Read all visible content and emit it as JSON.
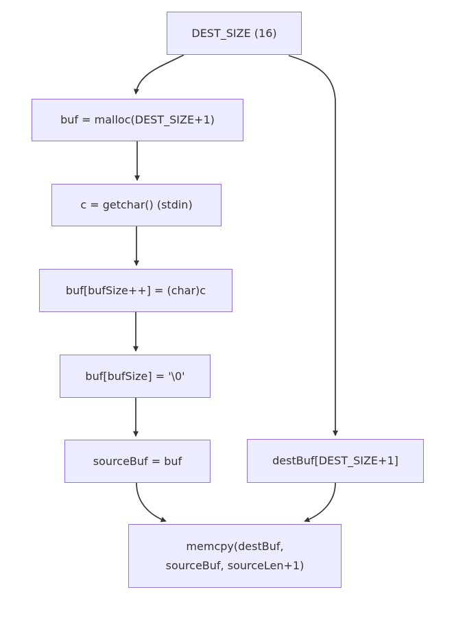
{
  "diagram": {
    "type": "flowchart",
    "direction": "top-down",
    "colors": {
      "background": "#ffffff",
      "node-fill": "#ECECFF",
      "node-border": "#9370DB",
      "edge": "#333333",
      "text": "#333333"
    },
    "nodes": [
      {
        "id": "dest-size",
        "label": "DEST_SIZE (16)"
      },
      {
        "id": "malloc-buf",
        "label": "buf = malloc(DEST_SIZE+1)"
      },
      {
        "id": "getchar",
        "label": "c = getchar() (stdin)"
      },
      {
        "id": "store-char",
        "label": "buf[bufSize++] = (char)c"
      },
      {
        "id": "null-terminate",
        "label": "buf[bufSize] = '\\0'"
      },
      {
        "id": "source-buf",
        "label": "sourceBuf = buf"
      },
      {
        "id": "dest-buf",
        "label": "destBuf[DEST_SIZE+1]"
      },
      {
        "id": "memcpy",
        "label": "memcpy(destBuf,\nsourceBuf, sourceLen+1)"
      }
    ],
    "edges": [
      {
        "from": "dest-size",
        "to": "malloc-buf"
      },
      {
        "from": "dest-size",
        "to": "dest-buf"
      },
      {
        "from": "malloc-buf",
        "to": "getchar"
      },
      {
        "from": "getchar",
        "to": "store-char"
      },
      {
        "from": "store-char",
        "to": "null-terminate"
      },
      {
        "from": "null-terminate",
        "to": "source-buf"
      },
      {
        "from": "source-buf",
        "to": "memcpy"
      },
      {
        "from": "dest-buf",
        "to": "memcpy"
      }
    ]
  }
}
